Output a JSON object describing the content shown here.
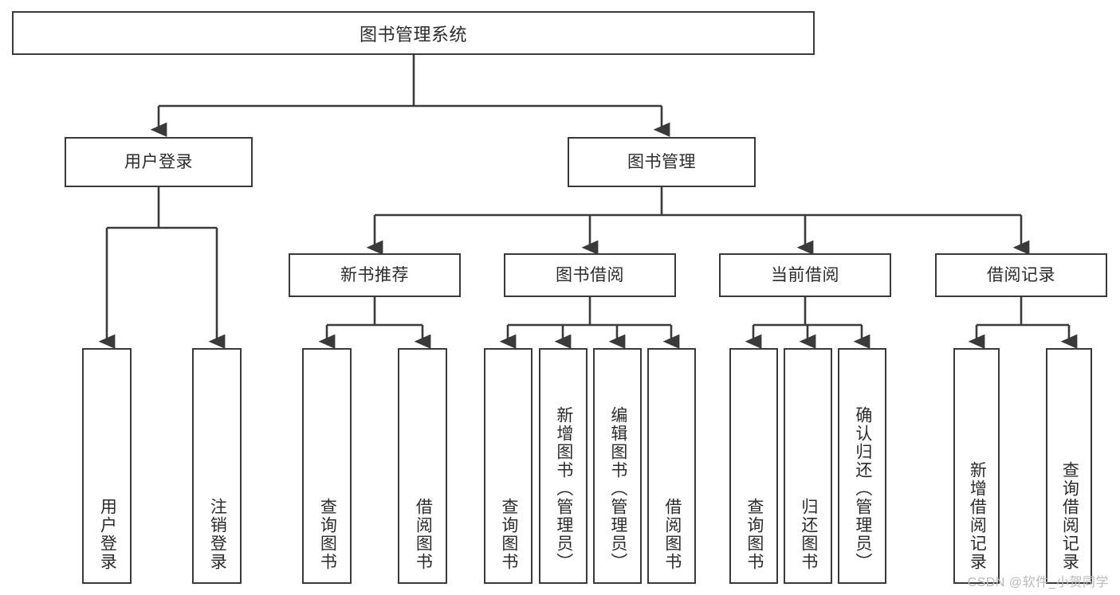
{
  "diagram": {
    "title": "图书管理系统",
    "watermark": "CSDN @软件_小贺同学",
    "line_color": "#3a3a3a",
    "text_color": "#2b2b2b",
    "background": "#ffffff"
  },
  "nodes": {
    "root": {
      "label": "图书管理系统"
    },
    "level2": [
      {
        "label": "用户登录"
      },
      {
        "label": "图书管理"
      }
    ],
    "level3": [
      {
        "label": "新书推荐"
      },
      {
        "label": "图书借阅"
      },
      {
        "label": "当前借阅"
      },
      {
        "label": "借阅记录"
      }
    ],
    "leaves": {
      "user_login": [
        {
          "label": "用户登录"
        },
        {
          "label": "注销登录"
        }
      ],
      "new_book_recommend": [
        {
          "label": "查询图书"
        },
        {
          "label": "借阅图书"
        }
      ],
      "book_borrow": [
        {
          "label": "查询图书"
        },
        {
          "label": "新增图书（管理员）"
        },
        {
          "label": "编辑图书（管理员）"
        },
        {
          "label": "借阅图书"
        }
      ],
      "current_borrow": [
        {
          "label": "查询图书"
        },
        {
          "label": "归还图书"
        },
        {
          "label": "确认归还（管理员）"
        }
      ],
      "borrow_record": [
        {
          "label": "新增借阅记录"
        },
        {
          "label": "查询借阅记录"
        }
      ]
    }
  }
}
